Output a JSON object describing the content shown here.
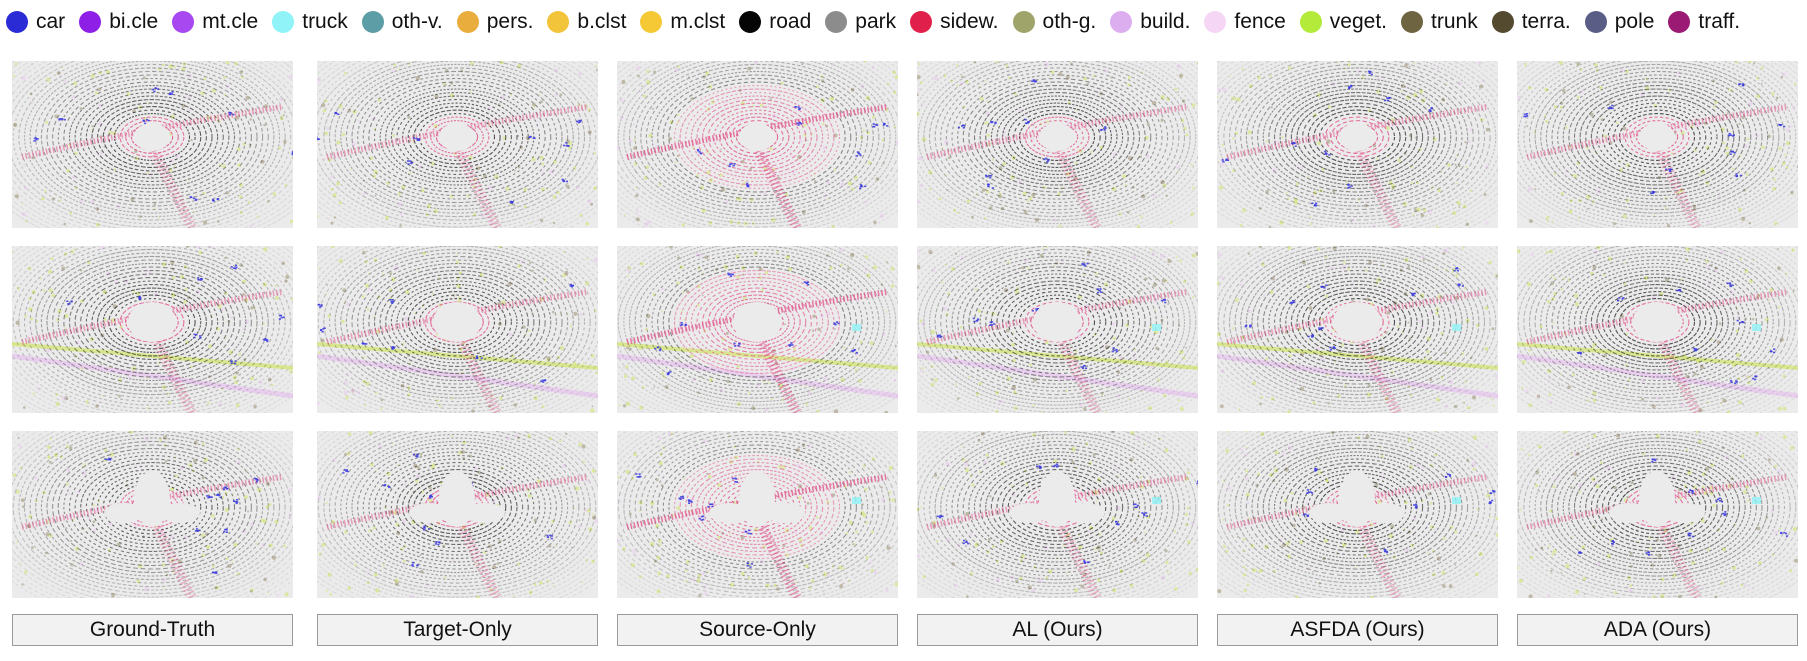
{
  "legend": [
    {
      "label": "car",
      "color": "#2b2bd6"
    },
    {
      "label": "bi.cle",
      "color": "#8e1fe6"
    },
    {
      "label": "mt.cle",
      "color": "#a748f0"
    },
    {
      "label": "truck",
      "color": "#8ff3f7"
    },
    {
      "label": "oth-v.",
      "color": "#5d9ea6"
    },
    {
      "label": "pers.",
      "color": "#e8ad3c"
    },
    {
      "label": "b.clst",
      "color": "#f2c43a"
    },
    {
      "label": "m.clst",
      "color": "#f5c836"
    },
    {
      "label": "road",
      "color": "#050505"
    },
    {
      "label": "park",
      "color": "#8c8c8c"
    },
    {
      "label": "sidew.",
      "color": "#e0204a"
    },
    {
      "label": "oth-g.",
      "color": "#9ea46a"
    },
    {
      "label": "build.",
      "color": "#dcaef0"
    },
    {
      "label": "fence",
      "color": "#f5d6f5"
    },
    {
      "label": "veget.",
      "color": "#b4ea3a"
    },
    {
      "label": "trunk",
      "color": "#6e6442"
    },
    {
      "label": "terra.",
      "color": "#544a30"
    },
    {
      "label": "pole",
      "color": "#5a5e86"
    },
    {
      "label": "traff.",
      "color": "#9a1a74"
    }
  ],
  "captions": [
    "Ground-Truth",
    "Target-Only",
    "Source-Only",
    "AL (Ours)",
    "ASFDA (Ours)",
    "ADA (Ours)"
  ],
  "colors": {
    "panel_bg": "#ebebeb",
    "road": "#1a1a1a",
    "sidewalk": "#e0508a",
    "vegetation": "#d2e46a",
    "car": "#3b3be0",
    "fence": "#e9c8ef",
    "terrain": "#9a9070",
    "truck": "#8ff3f7"
  }
}
